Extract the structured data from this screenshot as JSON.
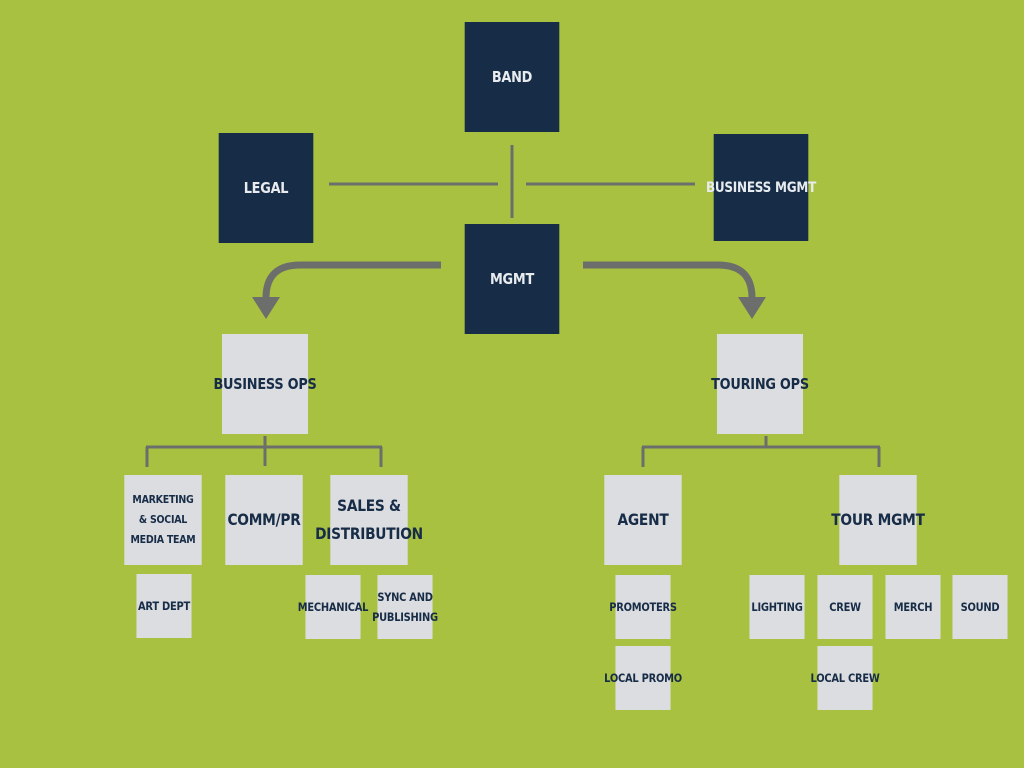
{
  "colors": {
    "background": "#a9c141",
    "dark_node": "#172c47",
    "light_node": "#dcdde0",
    "connector": "#6b6e6b"
  },
  "nodes": {
    "band": "BAND",
    "legal": "LEGAL",
    "business_mgmt": "BUSINESS MGMT",
    "mgmt": "MGMT",
    "business_ops": "BUSINESS OPS",
    "touring_ops": "TOURING OPS",
    "marketing_social": "MARKETING & SOCIAL MEDIA TEAM",
    "comm_pr": "COMM/PR",
    "sales_distribution": "SALES & DISTRIBUTION",
    "art_dept": "ART DEPT",
    "mechanical": "MECHANICAL",
    "sync_publishing": "SYNC AND PUBLISHING",
    "agent": "AGENT",
    "tour_mgmt": "TOUR MGMT",
    "promoters": "PROMOTERS",
    "local_promo": "LOCAL PROMO",
    "lighting": "LIGHTING",
    "crew": "CREW",
    "merch": "MERCH",
    "sound": "SOUND",
    "local_crew": "LOCAL CREW"
  }
}
